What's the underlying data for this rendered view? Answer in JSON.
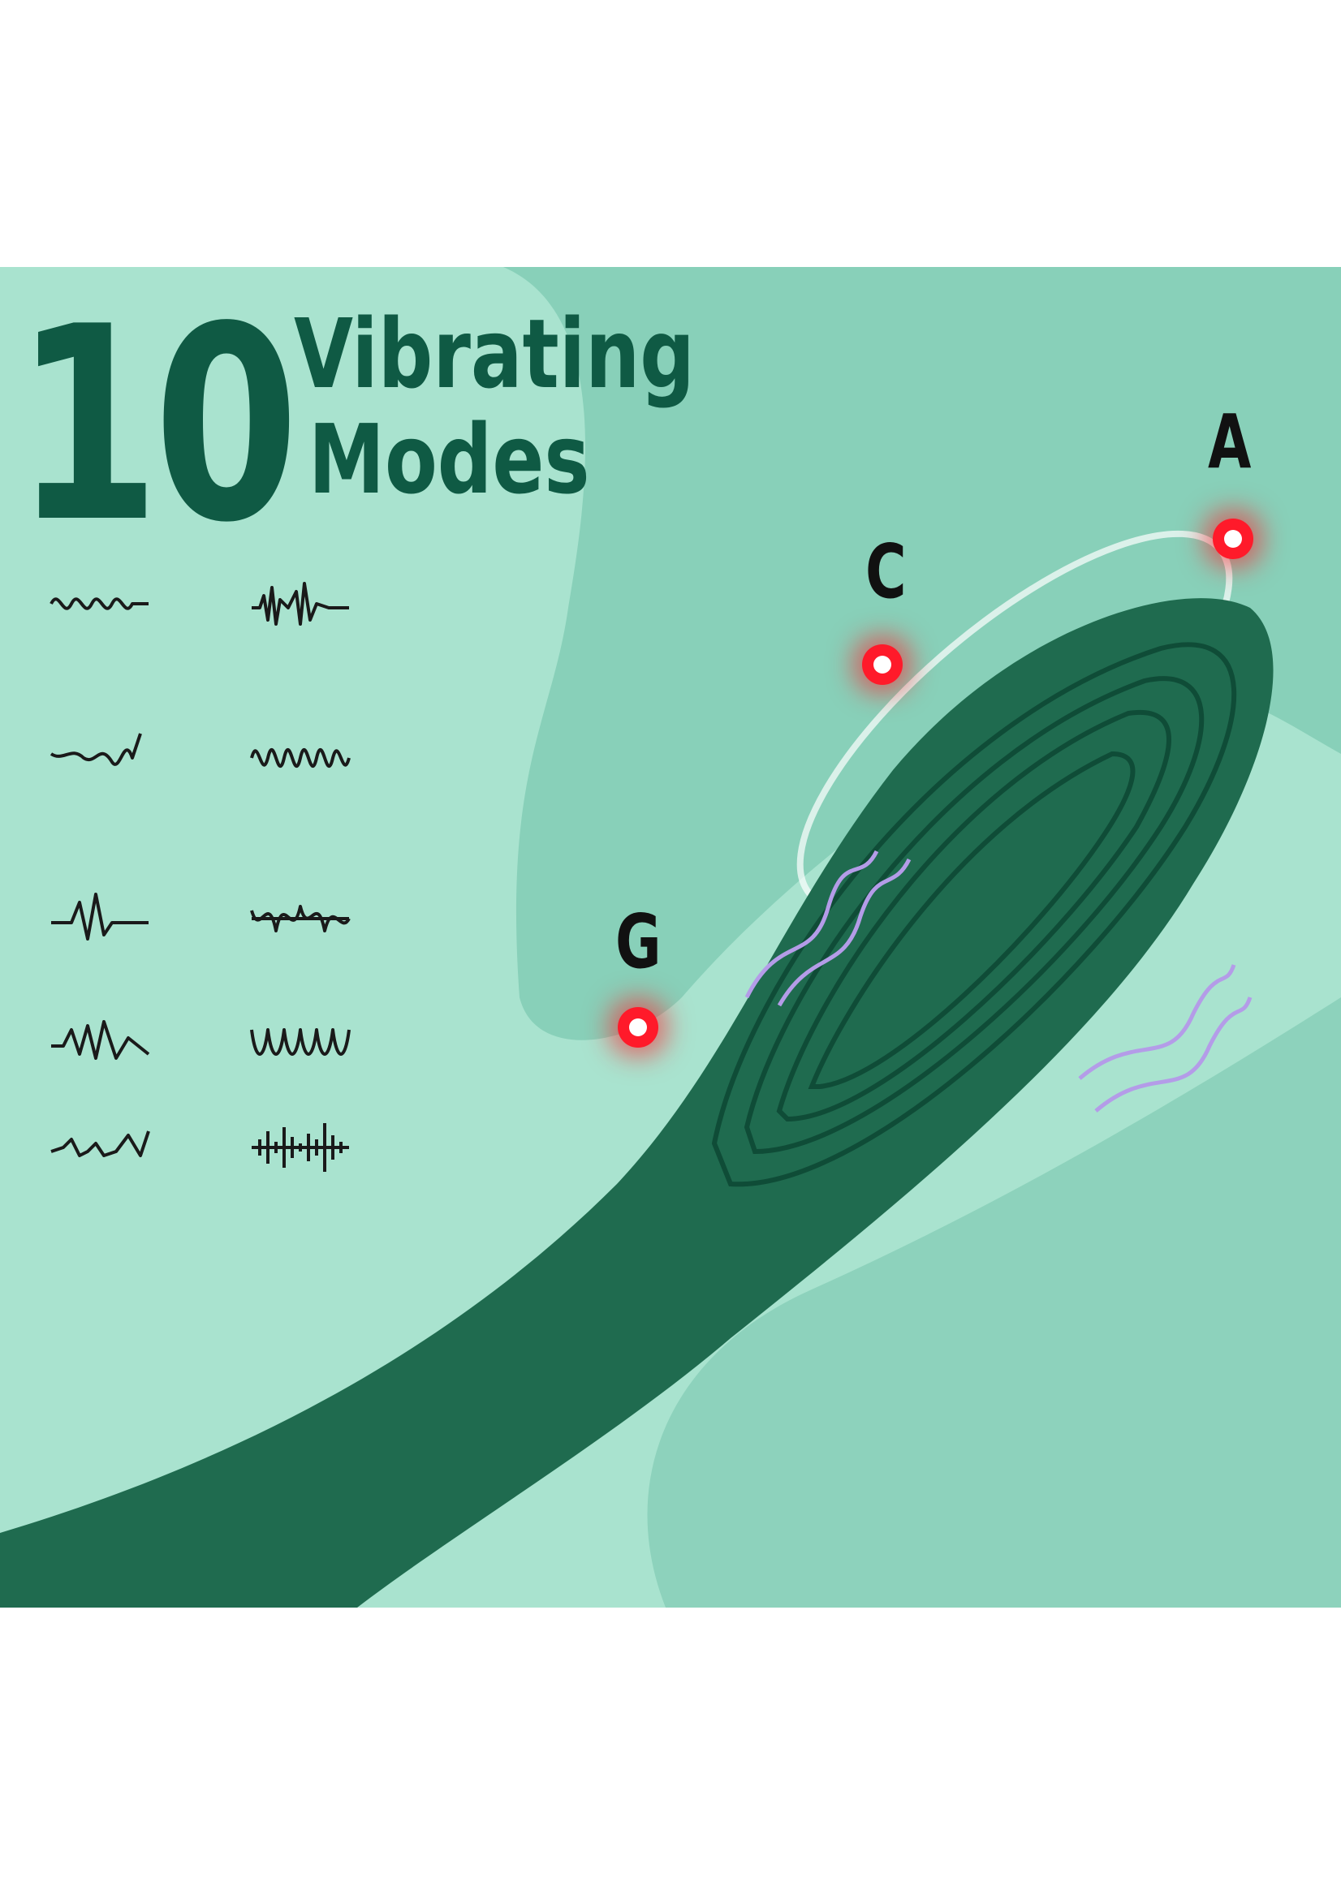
{
  "headline": {
    "number": "10",
    "line1": "Vibrating",
    "line2": "Modes"
  },
  "points": [
    {
      "label": "A"
    },
    {
      "label": "C"
    },
    {
      "label": "G"
    }
  ],
  "mode_icons": [
    "wave-icon-1",
    "wave-icon-2",
    "wave-icon-3",
    "wave-icon-4",
    "wave-icon-5",
    "wave-icon-6",
    "wave-icon-7",
    "wave-icon-8",
    "wave-icon-9",
    "wave-icon-10"
  ],
  "colors": {
    "background": "#a9e3cf",
    "text": "#0f5a44",
    "product": "#1f6b4f",
    "point": "#ff1a2a"
  }
}
